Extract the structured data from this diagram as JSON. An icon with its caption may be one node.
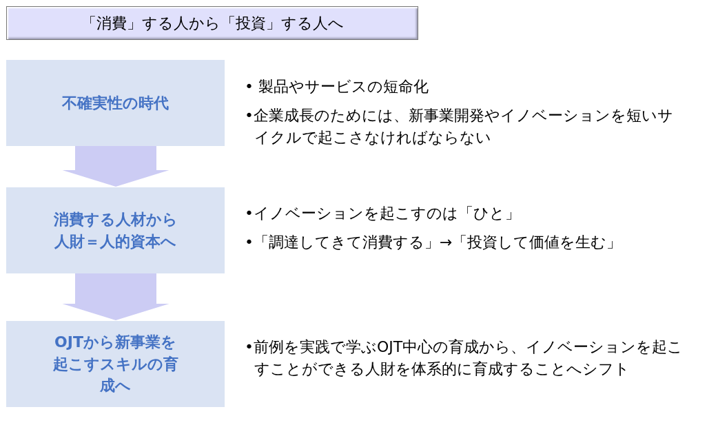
{
  "diagram": {
    "title": "「消費」する人から「投資」する人へ",
    "nodes": [
      {
        "text": [
          "不確実性の時代"
        ],
        "beside": [
          "• 製品やサービスの短命化",
          "•企業成長のためには、新事業開発やイノベーションを短いサイクルで起こさなければならない"
        ]
      },
      {
        "text": [
          "消費する人材から人財＝人的資本へ"
        ],
        "beside": [
          "•イノベーションを起こすのは「ひと」",
          "•「調達してきて消費する」→「投資して価値を生む」"
        ]
      },
      {
        "text": [
          "OJTから新事業を起こすスキルの育成へ"
        ],
        "beside": [
          "•前例を実践で学ぶOJT中心の育成から、イノベーションを起こすことができる人財を体系的に育成することへシフト"
        ]
      }
    ],
    "edges": [
      {
        "from": 0,
        "to": 1,
        "arrow": "to"
      },
      {
        "from": 1,
        "to": 2,
        "arrow": "to"
      }
    ]
  }
}
